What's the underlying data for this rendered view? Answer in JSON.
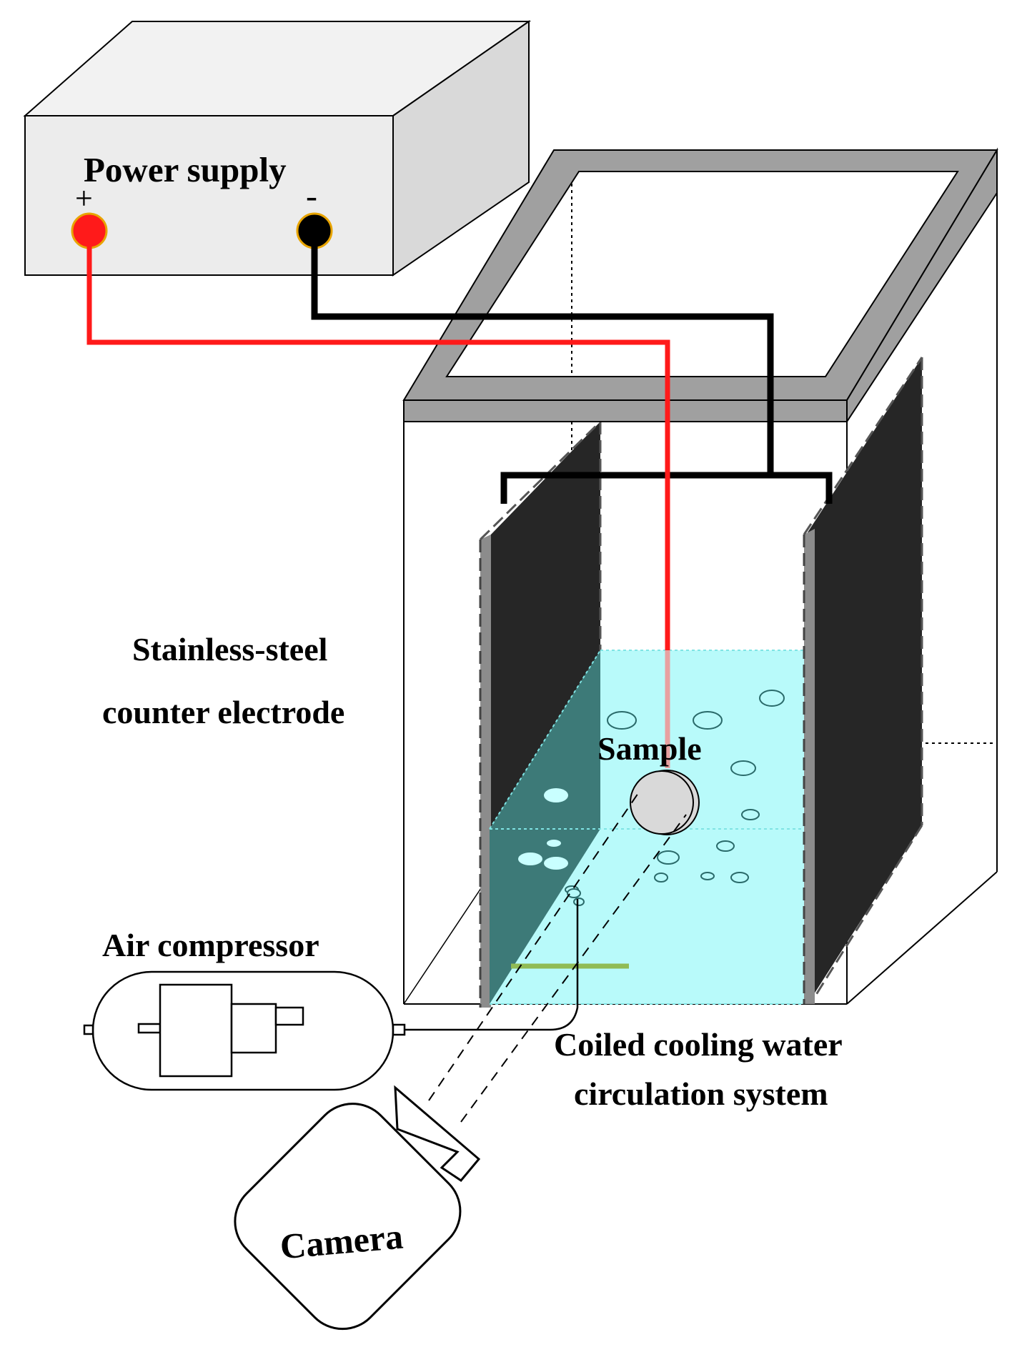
{
  "labels": {
    "power_supply": "Power supply",
    "plus": "+",
    "minus": "-",
    "counter_electrode_line1": "Stainless-steel",
    "counter_electrode_line2": "counter electrode",
    "sample": "Sample",
    "air_compressor": "Air compressor",
    "cooling_line1": "Coiled cooling water",
    "cooling_line2": "circulation system",
    "camera": "Camera"
  },
  "colors": {
    "positive_wire": "#ff1a1a",
    "negative_wire": "#000000",
    "frame": "#a0a0a0",
    "electrode": "#262626",
    "water": "#b8fafa",
    "water_shadow": "#3d7a78",
    "coil": "#90bb55",
    "power_box_top": "#f2f2f2",
    "power_box_front": "#ececec",
    "sample": "#d9d9d9"
  }
}
